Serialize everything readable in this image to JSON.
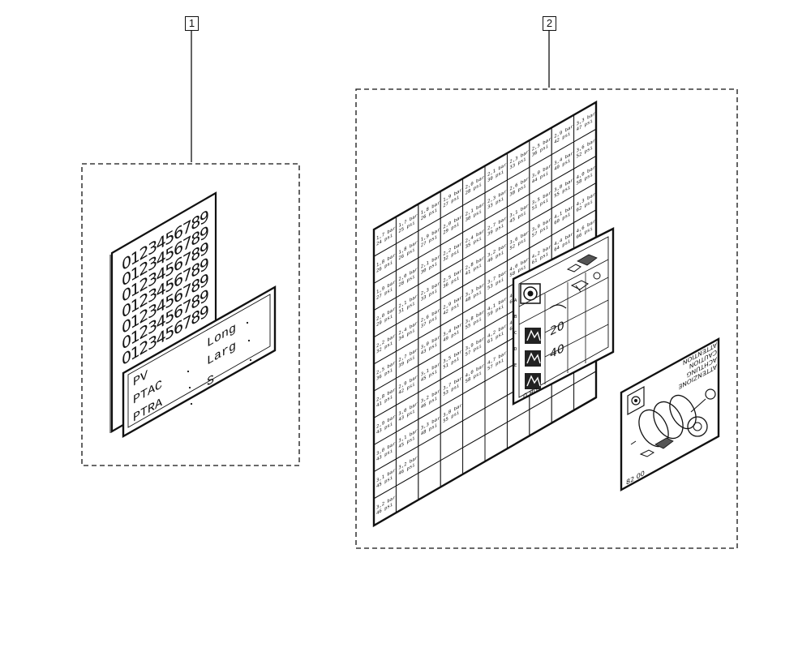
{
  "callouts": [
    {
      "number": "1"
    },
    {
      "number": "2"
    }
  ],
  "decal_sheet": {
    "digit_rows": [
      "0123456789",
      "0123456789",
      "0123456789",
      "0123456789",
      "0123456789",
      "0123456789",
      "0123456789"
    ],
    "plate": {
      "fields": [
        "PV",
        "PTAC",
        "PTRA"
      ],
      "values": [
        "Long",
        "Larg",
        "S"
      ]
    }
  },
  "pressure_chart": {
    "cells": [
      [
        "1,7 bar\n24 psi",
        "1,7 bar\n25 psi",
        "1,8 bar\n26 psi",
        "1,9 bar\n27 psi",
        "2,0 bar\n28 psi",
        "2,1 bar\n30 psi",
        "2,3 bar\n33 psi",
        "2,5 bar\n36 psi",
        "2,9 bar\n42 psi",
        "3,3 bar\n47 psi"
      ],
      [
        "1,8 bar\n26 psi",
        "1,8 bar\n26 psi",
        "1,9 bar\n27 psi",
        "2,0 bar\n29 psi",
        "2,1 bar\n30 psi",
        "2,3 bar\n33 psi",
        "2,6 bar\n38 psi",
        "3,0 bar\n44 psi",
        "3,4 bar\n49 psi",
        "3,6 bar\n52 psi"
      ],
      [
        "1,9 bar\n27 psi",
        "2,0 bar\n28 psi",
        "2,1 bar\n30 psi",
        "2,2 bar\n32 psi",
        "2,4 bar\n35 psi",
        "2,7 bar\n39 psi",
        "3,1 bar\n45 psi",
        "3,5 bar\n51 psi",
        "3,8 bar\n55 psi",
        "4,0 bar\n58 psi"
      ],
      [
        "2,0 bar\n29 psi",
        "2,1 bar\n31 psi",
        "2,3 bar\n33 psi",
        "2,5 bar\n36 psi",
        "2,8 bar\n41 psi",
        "3,2 bar\n46 psi",
        "3,6 bar\n52 psi",
        "3,9 bar\n57 psi",
        "4,1 bar\n60 psi",
        "4,3 bar\n62 psi"
      ],
      [
        "2,2 bar\n32 psi",
        "2,4 bar\n34 psi",
        "2,6 bar\n37 psi",
        "2,9 bar\n42 psi",
        "3,3 bar\n48 psi",
        "3,7 bar\n53 psi",
        "4,0 bar\n58 psi",
        "4,2 bar\n61 psi",
        "4,4 bar\n64 psi",
        "4,6 bar\n66 psi"
      ],
      [
        "2,5 bar\n36 psi",
        "2,7 bar\n39 psi",
        "3,0 bar\n43 psi",
        "3,4 bar\n49 psi",
        "3,8 bar\n55 psi",
        "4,1 bar\n59 psi",
        "4,3 bar\n62 psi",
        "4,5 bar\n65 psi",
        "4,7 bar\n68 psi",
        "4,7 bar\n57 psi"
      ],
      [
        "2,8 bar\n41 psi",
        "2,9 bar\n42 psi",
        "3,1 bar\n45 psi",
        "3,5 bar\n51 psi",
        "3,9 bar\n57 psi",
        "4,2 bar\n61 psi",
        "4,4 bar\n64 psi",
        "4,6 bar\n67 psi",
        "4,7 bar\n57 psi",
        "4,7 bar\n57 psi"
      ],
      [
        "2,9 bar\n43 psi",
        "3,0 bar\n43 psi",
        "3,2 bar\n46 psi",
        "3,7 bar\n53 psi",
        "4,0 bar\n58 psi",
        "4,7 bar\n57 psi",
        "",
        "",
        "",
        ""
      ],
      [
        "3,0 bar\n43 psi",
        "3,1 bar\n45 psi",
        "3,3 bar\n48 psi",
        "3,8 bar\n55 psi",
        "",
        "",
        "",
        "",
        "",
        ""
      ],
      [
        "3,1 bar\n45 psi",
        "3,2 bar\n46 psi",
        "",
        "",
        "",
        "",
        "",
        "",
        "",
        ""
      ],
      [
        "3,2 bar\n46 psi",
        "",
        "",
        "",
        "",
        "",
        "",
        "",
        "",
        ""
      ]
    ]
  },
  "tyre_panel": {
    "numbers": [
      "20",
      "40"
    ],
    "code": "0.80"
  },
  "warning_label": {
    "lines": [
      "ATTENTION",
      "CAUTION",
      "ACHTUNG",
      "ATTENZIONE"
    ],
    "code": "82 00"
  },
  "icons": [
    "tyre-icon",
    "car-load-icon",
    "caution-icon"
  ]
}
